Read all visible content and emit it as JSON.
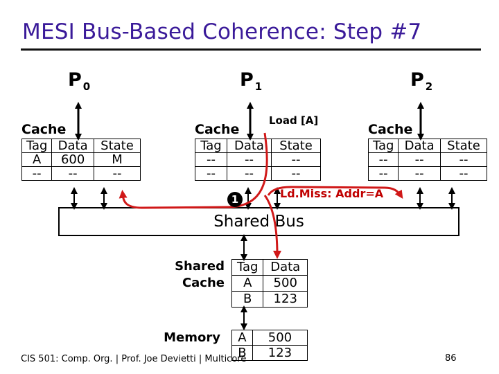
{
  "title": "MESI Bus-Based Coherence: Step #7",
  "processors": [
    {
      "name": "P",
      "sub": "0"
    },
    {
      "name": "P",
      "sub": "1"
    },
    {
      "name": "P",
      "sub": "2"
    }
  ],
  "caches": [
    {
      "label": "Cache",
      "headers": [
        "Tag",
        "Data",
        "State"
      ],
      "rows": [
        [
          "A",
          "600",
          "M"
        ],
        [
          "--",
          "--",
          "--"
        ]
      ]
    },
    {
      "label": "Cache",
      "headers": [
        "Tag",
        "Data",
        "State"
      ],
      "rows": [
        [
          "--",
          "--",
          "--"
        ],
        [
          "--",
          "--",
          "--"
        ]
      ]
    },
    {
      "label": "Cache",
      "headers": [
        "Tag",
        "Data",
        "State"
      ],
      "rows": [
        [
          "--",
          "--",
          "--"
        ],
        [
          "--",
          "--",
          "--"
        ]
      ]
    }
  ],
  "load_label": "Load [A]",
  "miss_label": "Ld.Miss: Addr=A",
  "step_number": "1",
  "bus_label": "Shared Bus",
  "shared_cache": {
    "label_line1": "Shared",
    "label_line2": "Cache",
    "headers": [
      "Tag",
      "Data"
    ],
    "rows": [
      [
        "A",
        "500"
      ],
      [
        "B",
        "123"
      ]
    ]
  },
  "memory": {
    "label": "Memory",
    "rows": [
      [
        "A",
        "500"
      ],
      [
        "B",
        "123"
      ]
    ]
  },
  "footer": "CIS 501: Comp. Org. | Prof. Joe Devietti | Multicore",
  "page_number": "86",
  "colors": {
    "title": "#3a1a99",
    "highlight": "#d01818"
  }
}
